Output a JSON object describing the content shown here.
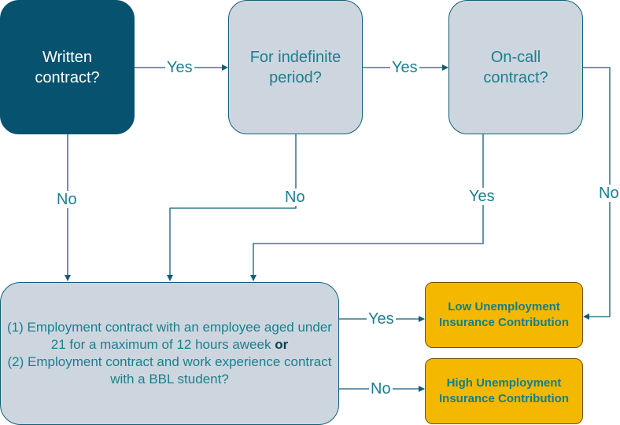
{
  "nodes": {
    "written_contract": "Written contract?",
    "indefinite_period": "For indefinite period?",
    "on_call": "On-call contract?",
    "condition": {
      "line1": "(1) Employment contract with an employee aged under 21 for a maximum of 12 hours aweek ",
      "bold": "or",
      "line2": "(2) Employment contract and work experience contract with a BBL student?"
    },
    "low_result": "Low Unemployment Insurance Contribution",
    "high_result": "High Unemployment Insurance Contribution"
  },
  "edges": {
    "written_to_indefinite": "Yes",
    "indefinite_to_oncall": "Yes",
    "written_no": "No",
    "indefinite_no": "No",
    "oncall_yes": "Yes",
    "oncall_no": "No",
    "condition_yes": "Yes",
    "condition_no": "No"
  },
  "colors": {
    "dark_node": "#07526f",
    "light_node": "#cdd6de",
    "result_node": "#f5b800",
    "line": "#125e78",
    "text_teal": "#1a7f8f"
  }
}
